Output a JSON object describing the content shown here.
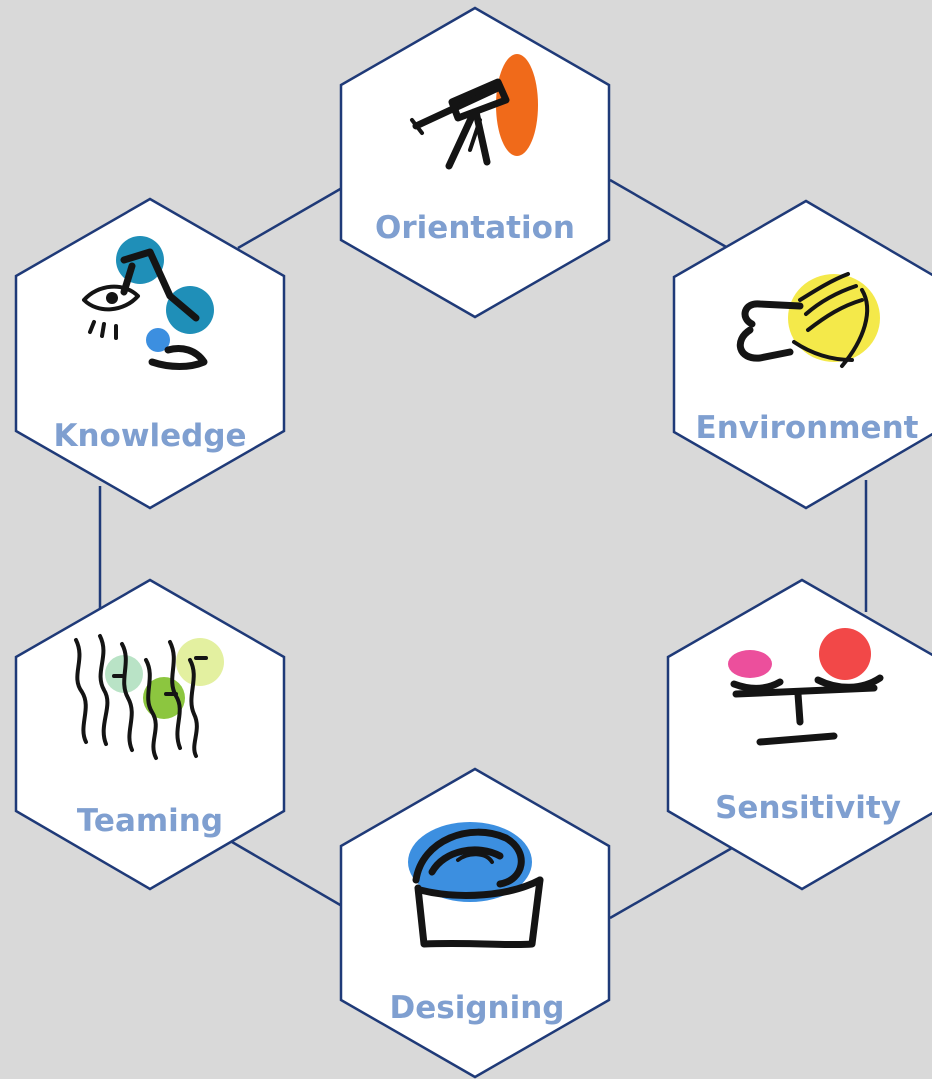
{
  "diagram": {
    "colors": {
      "background": "#d9d9d9",
      "hexagon_fill": "#ffffff",
      "hexagon_border": "#1f3a78",
      "label_text": "#7f9fd0"
    },
    "nodes": [
      {
        "id": "orientation",
        "label": "Orientation",
        "icon": "telescope-icon",
        "accent": "#f06a1a"
      },
      {
        "id": "environment",
        "label": "Environment",
        "icon": "hand-sketch-icon",
        "accent": "#f4e94a"
      },
      {
        "id": "sensitivity",
        "label": "Sensitivity",
        "icon": "balance-scale-icon",
        "accent": "#f24848"
      },
      {
        "id": "designing",
        "label": "Designing",
        "icon": "spiral-bowl-icon",
        "accent": "#3c8fe0"
      },
      {
        "id": "teaming",
        "label": "Teaming",
        "icon": "faces-group-icon",
        "accent": "#8cc63f"
      },
      {
        "id": "knowledge",
        "label": "Knowledge",
        "icon": "thinker-eye-icon",
        "accent": "#1f8fb8"
      }
    ]
  }
}
